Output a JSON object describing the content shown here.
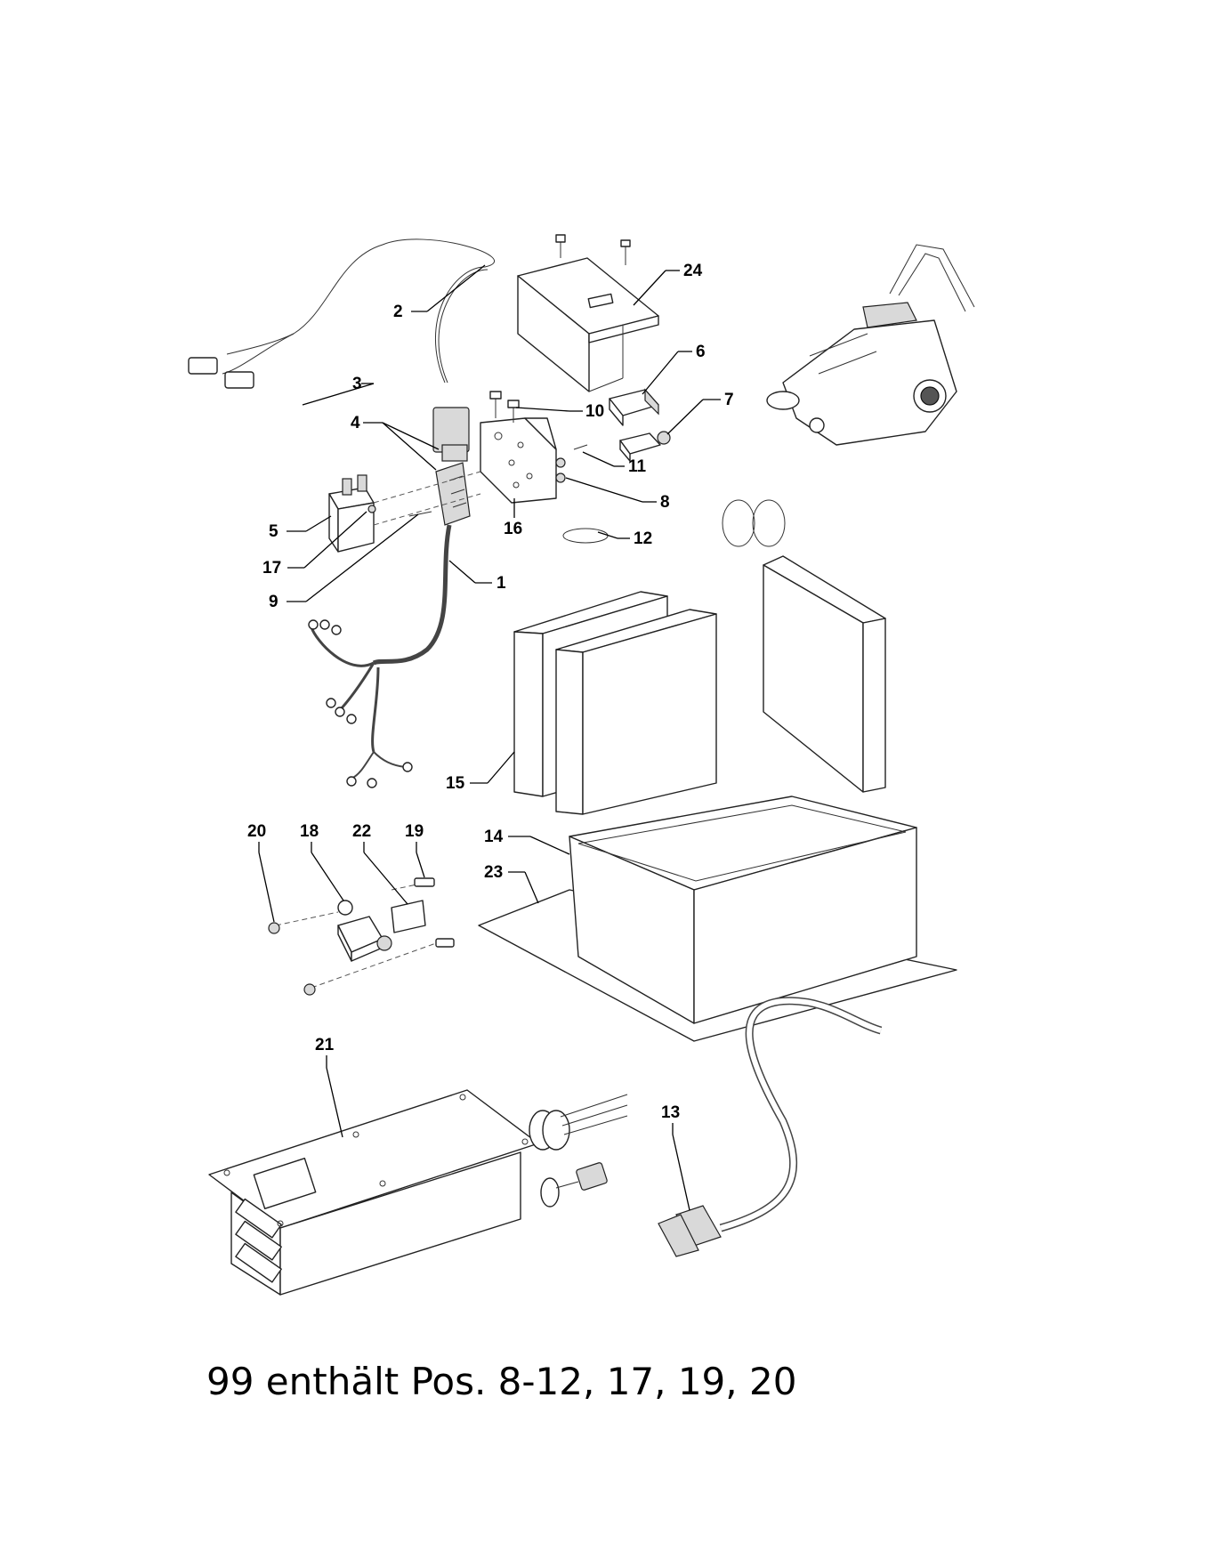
{
  "callouts": {
    "c1": "1",
    "c2": "2",
    "c3": "3",
    "c4": "4",
    "c5": "5",
    "c6": "6",
    "c7": "7",
    "c8": "8",
    "c9": "9",
    "c10": "10",
    "c11": "11",
    "c12": "12",
    "c13": "13",
    "c14": "14",
    "c15": "15",
    "c16": "16",
    "c17": "17",
    "c18": "18",
    "c19": "19",
    "c20": "20",
    "c21": "21",
    "c22": "22",
    "c23": "23",
    "c24": "24"
  },
  "footer_note": "99 enthält Pos. 8-12, 17, 19, 20"
}
